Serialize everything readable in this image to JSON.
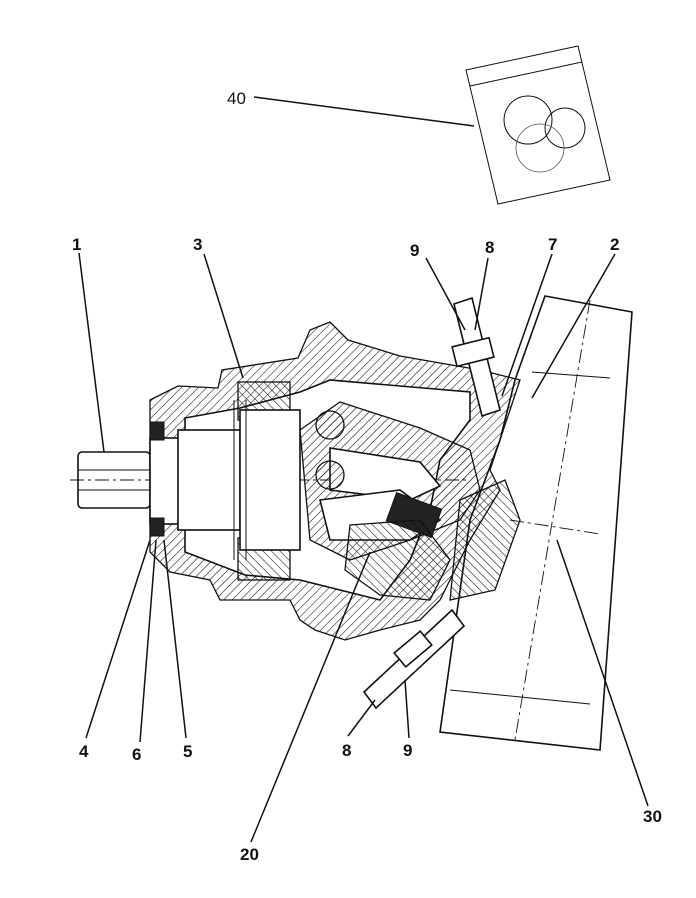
{
  "diagram": {
    "callouts": [
      "1",
      "2",
      "3",
      "4",
      "5",
      "6",
      "7",
      "8",
      "9",
      "20",
      "30",
      "40"
    ],
    "lower_callouts": [
      "8",
      "9"
    ]
  },
  "colors": {
    "ink": "#111111",
    "background": "#ffffff"
  }
}
